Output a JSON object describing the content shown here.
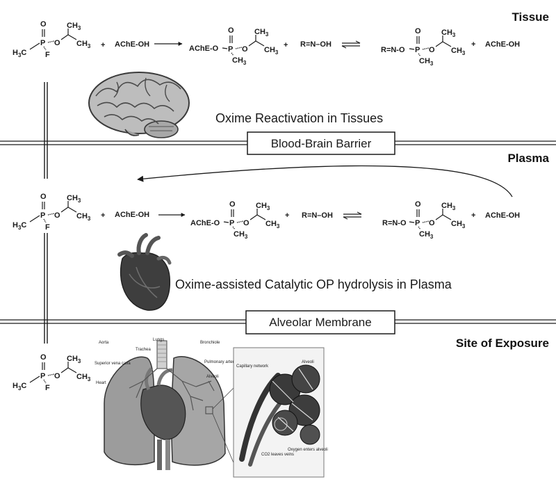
{
  "sections": {
    "tissue": "Tissue",
    "plasma": "Plasma",
    "site": "Site of Exposure"
  },
  "captions": {
    "tissue": "Oxime Reactivation in Tissues",
    "plasma": "Oxime-assisted Catalytic OP hydrolysis in Plasma"
  },
  "barriers": {
    "bbb": "Blood-Brain Barrier",
    "alveolar": "Alveolar Membrane"
  },
  "chem": {
    "plus": "+",
    "ache_oh": "AChE-OH",
    "ache_o": "AChE-O",
    "oxime": "R=N–OH",
    "oxime_o": "R=N-O",
    "P": "P",
    "O": "O",
    "F": "F",
    "H3C": "H",
    "CH": "CH",
    "three": "3",
    "C_plain": "C"
  },
  "anatomy_labels": {
    "aorta": "Aorta",
    "lungs": "Lungs",
    "trachea": "Trachea",
    "bronchiole": "Bronchiole",
    "svc": "Superior vena cava",
    "pulm_art": "Pulmonary arteries",
    "alveoli": "Alveoli",
    "heart": "Heart",
    "capillary": "Capillary network",
    "alveoli_inset": "Alveoli",
    "co2": "CO2 leaves veins",
    "oxygen": "Oxygen enters alveoli"
  }
}
